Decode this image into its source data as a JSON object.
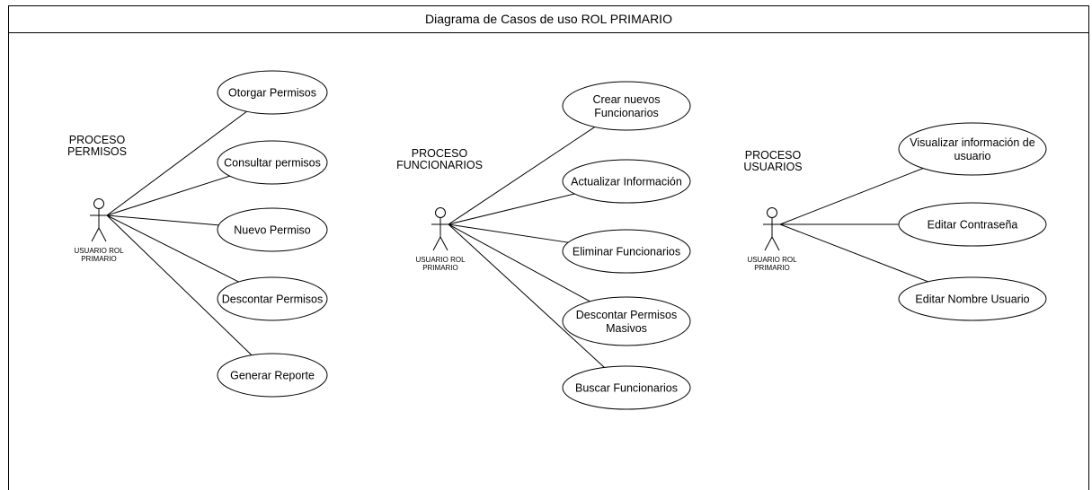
{
  "diagram": {
    "title": "Diagrama de Casos de uso ROL PRIMARIO",
    "groups": [
      {
        "id": "permisos",
        "process_label": [
          "PROCESO",
          "PERMISOS"
        ],
        "actor_label": [
          "USUARIO ROL",
          "PRIMARIO"
        ],
        "use_cases": [
          [
            "Otorgar Permisos"
          ],
          [
            "Consultar permisos"
          ],
          [
            "Nuevo Permiso"
          ],
          [
            "Descontar Permisos"
          ],
          [
            "Generar Reporte"
          ]
        ]
      },
      {
        "id": "funcionarios",
        "process_label": [
          "PROCESO",
          "FUNCIONARIOS"
        ],
        "actor_label": [
          "USUARIO ROL",
          "PRIMARIO"
        ],
        "use_cases": [
          [
            "Crear nuevos",
            "Funcionarios"
          ],
          [
            "Actualizar Información"
          ],
          [
            "Eliminar Funcionarios"
          ],
          [
            "Descontar Permisos",
            "Masivos"
          ],
          [
            "Buscar Funcionarios"
          ]
        ]
      },
      {
        "id": "usuarios",
        "process_label": [
          "PROCESO",
          "USUARIOS"
        ],
        "actor_label": [
          "USUARIO ROL",
          "PRIMARIO"
        ],
        "use_cases": [
          [
            "Visualizar información de",
            "usuario"
          ],
          [
            "Editar Contraseña"
          ],
          [
            "Editar Nombre Usuario"
          ]
        ]
      }
    ]
  }
}
